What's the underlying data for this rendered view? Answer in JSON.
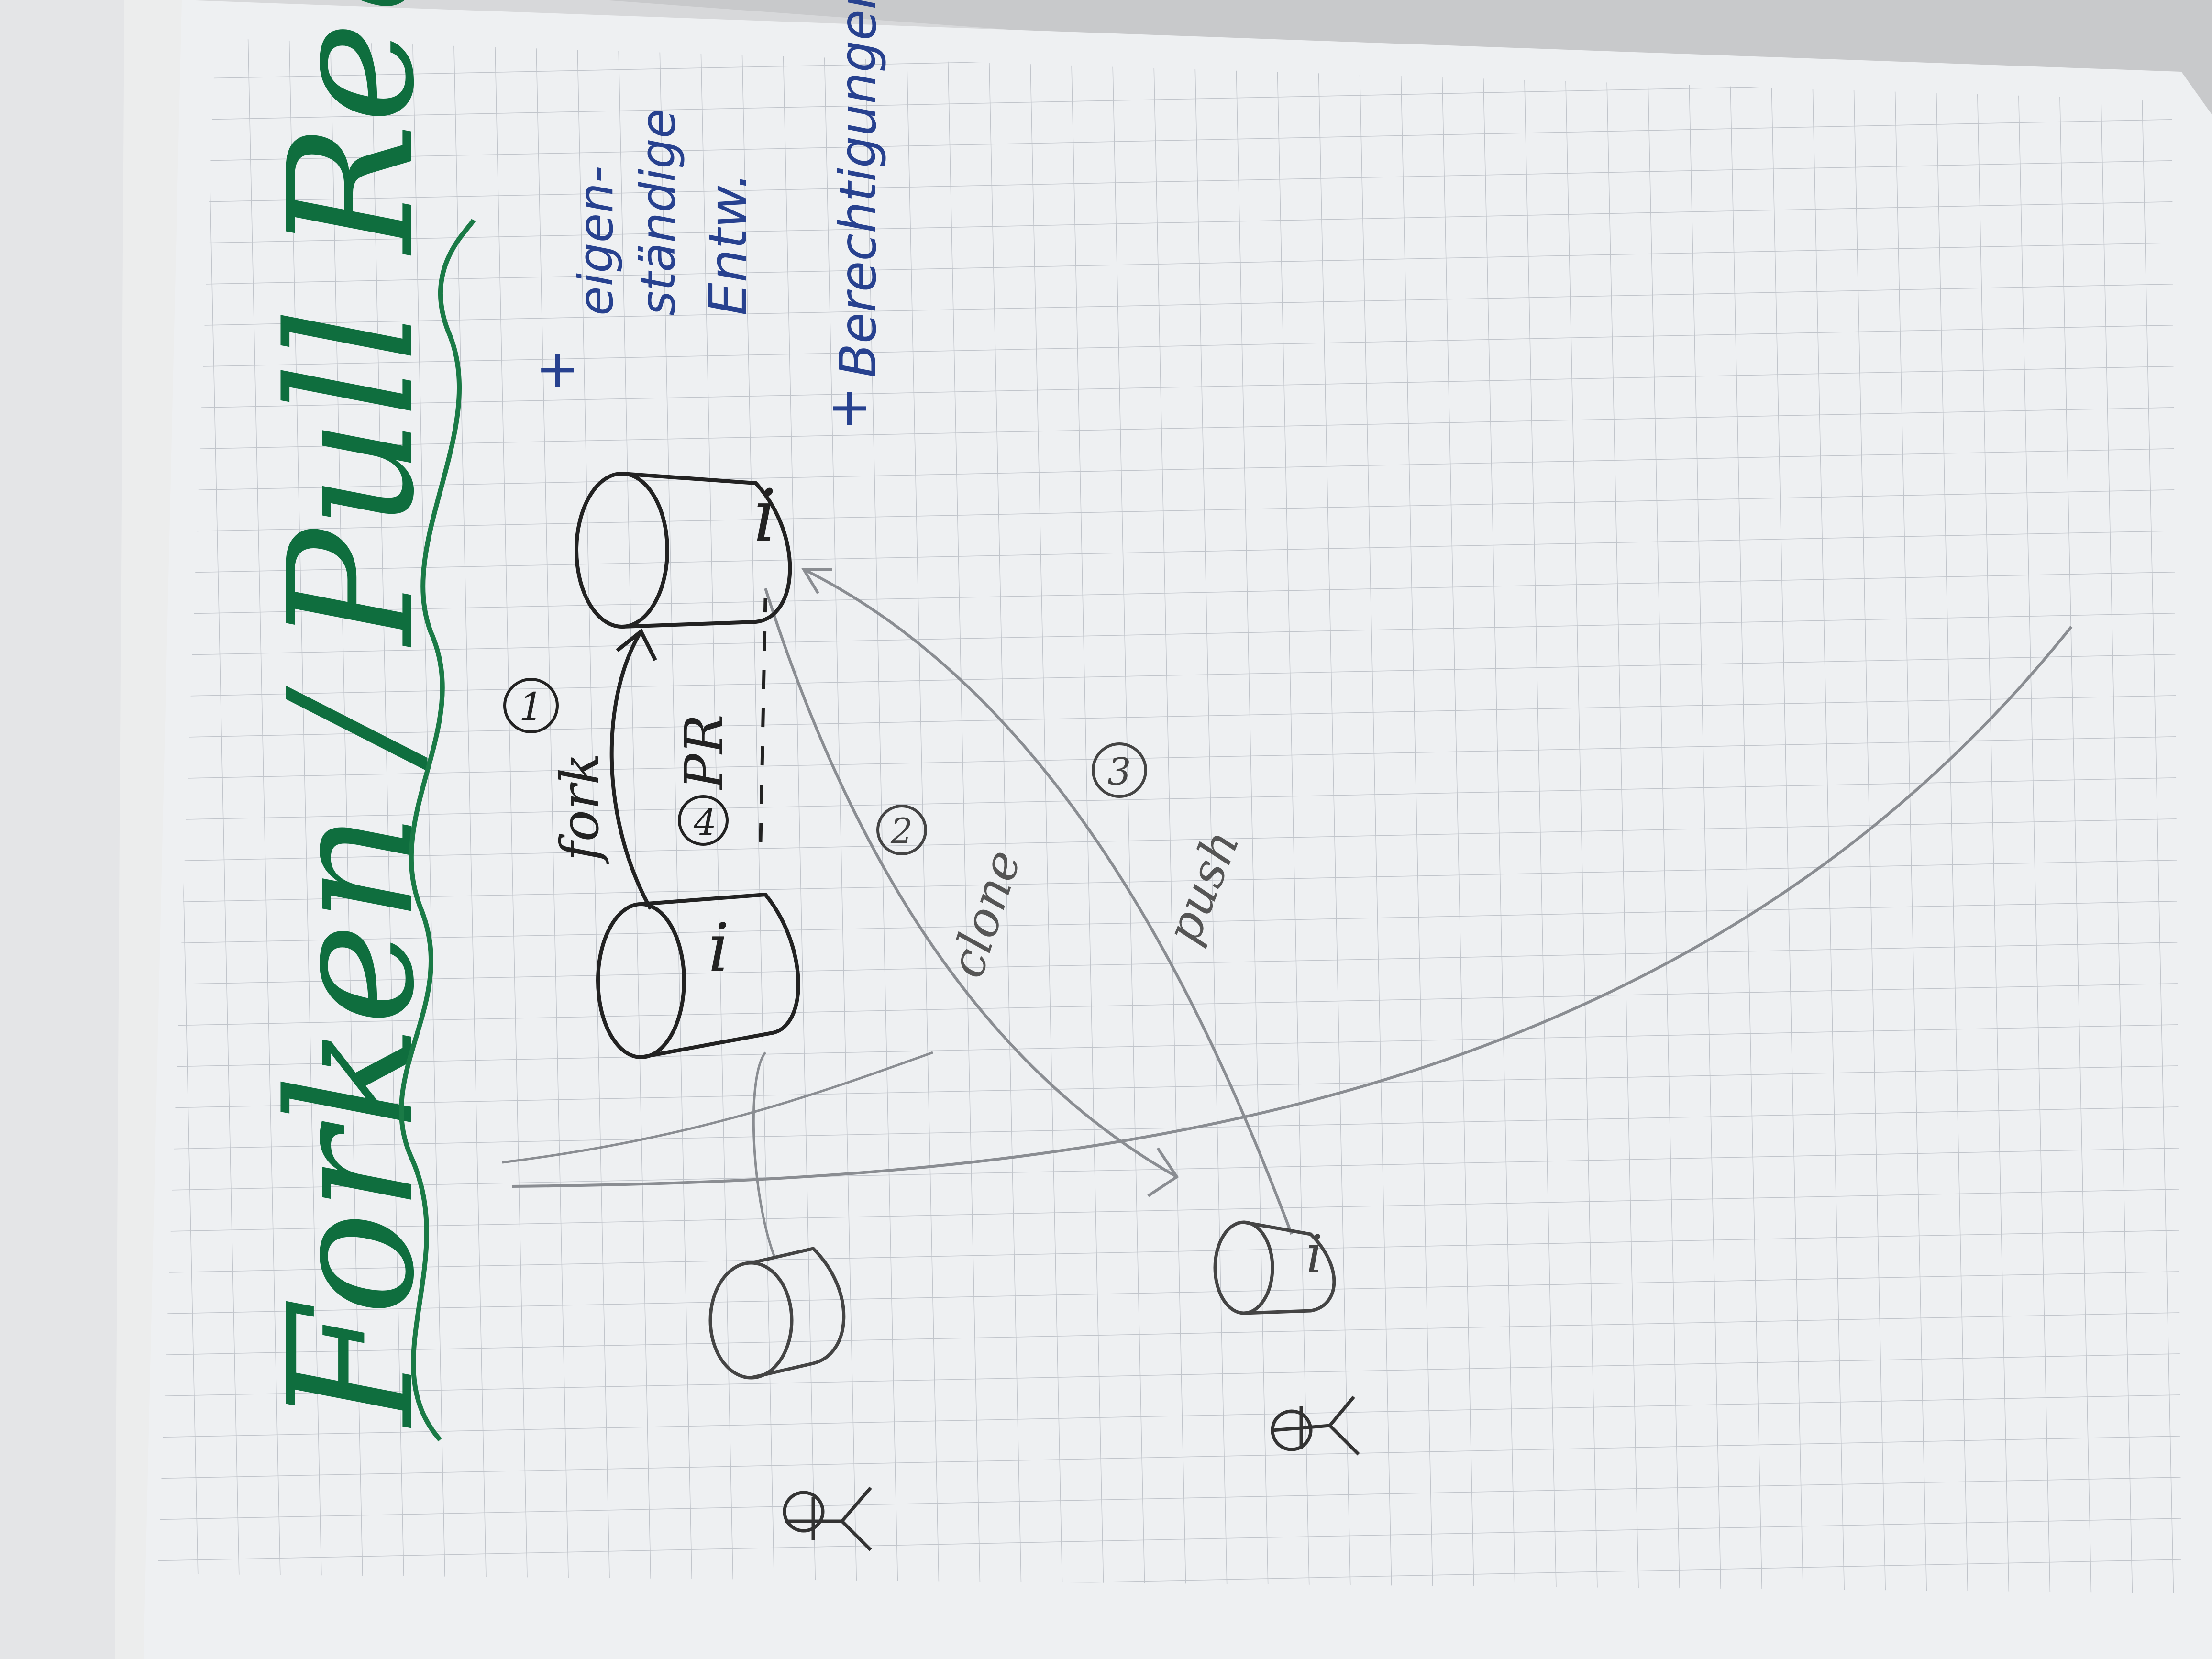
{
  "photo": {
    "kind": "whiteboard flipchart photo, rotated 90 degrees",
    "paper_color": "#e9ebee",
    "grid_color": "#b9bdc4",
    "pencil_color": "#6f7277",
    "ink_black": "#1d1d1f",
    "ink_green": "#0f6e3e",
    "ink_blue": "#27418f"
  },
  "sketch": {
    "title": "Forken / Pull Requests",
    "steps": {
      "fork": "fork",
      "fork_no": "1",
      "clone_no": "2",
      "clone": "clone",
      "push_no": "3",
      "push": "push",
      "pr_no": "4",
      "pr": "PR"
    },
    "notes": {
      "plus1": "+",
      "eigen_1": "eigen-",
      "eigen_2": "ständige",
      "eigen_3": "Entw.",
      "plus2": "+",
      "berechtigungen": "Berechtigungen"
    },
    "repo_marks": [
      "i",
      "i",
      "i"
    ]
  }
}
